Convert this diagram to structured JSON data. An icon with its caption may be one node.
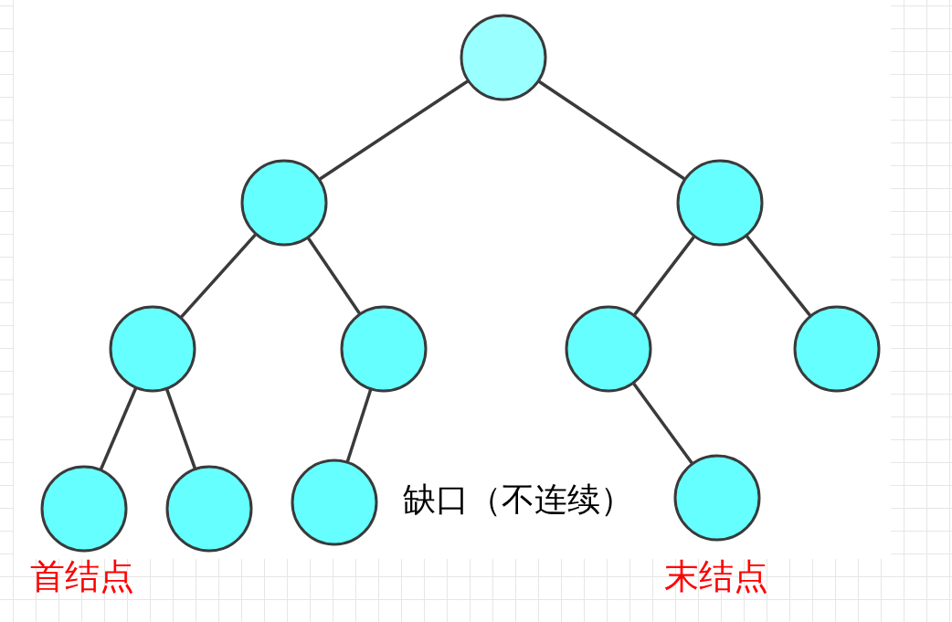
{
  "diagram": {
    "nodes": [
      {
        "text": [],
        "shape": "circle"
      },
      {
        "text": [],
        "shape": "circle"
      },
      {
        "text": [],
        "shape": "circle"
      },
      {
        "text": [],
        "shape": "circle"
      },
      {
        "text": [],
        "shape": "circle"
      },
      {
        "text": [],
        "shape": "circle"
      },
      {
        "text": [],
        "shape": "circle"
      },
      {
        "text": [],
        "shape": "circle",
        "beside": [
          "首结点"
        ]
      },
      {
        "text": [],
        "shape": "circle"
      },
      {
        "text": [],
        "shape": "circle"
      },
      {
        "text": [],
        "shape": "circle",
        "beside": [
          "末结点"
        ]
      }
    ],
    "edges": [
      {
        "from": 0,
        "to": 1,
        "arrow": "none"
      },
      {
        "from": 0,
        "to": 2,
        "arrow": "none"
      },
      {
        "from": 1,
        "to": 3,
        "arrow": "none"
      },
      {
        "from": 1,
        "to": 4,
        "arrow": "none"
      },
      {
        "from": 2,
        "to": 5,
        "arrow": "none"
      },
      {
        "from": 2,
        "to": 6,
        "arrow": "none"
      },
      {
        "from": 3,
        "to": 7,
        "arrow": "none"
      },
      {
        "from": 3,
        "to": 8,
        "arrow": "none"
      },
      {
        "from": 4,
        "to": 9,
        "arrow": "none"
      },
      {
        "from": 5,
        "to": 10,
        "arrow": "none"
      }
    ],
    "labels": [
      "缺口（不连续）"
    ]
  }
}
